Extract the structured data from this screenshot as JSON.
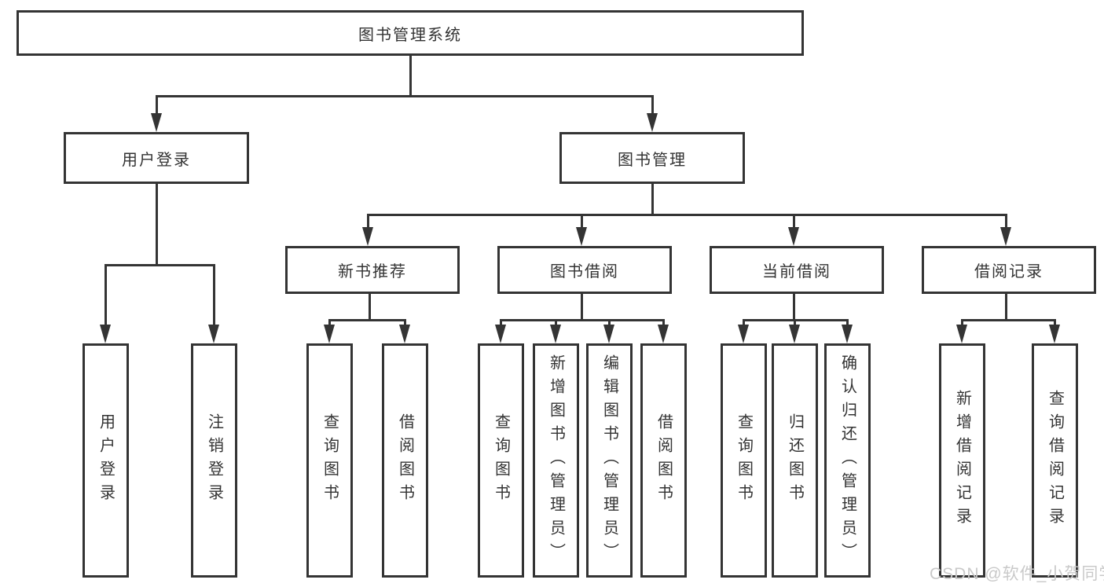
{
  "diagram": {
    "root": {
      "label": "图书管理系统"
    },
    "branches": [
      {
        "label": "用户登录",
        "children": [
          {
            "label": "用户登录"
          },
          {
            "label": "注销登录"
          }
        ]
      },
      {
        "label": "图书管理",
        "children": [
          {
            "label": "新书推荐",
            "children": [
              {
                "label": "查询图书"
              },
              {
                "label": "借阅图书"
              }
            ]
          },
          {
            "label": "图书借阅",
            "children": [
              {
                "label": "查询图书"
              },
              {
                "label": "新增图书（管理员）"
              },
              {
                "label": "编辑图书（管理员）"
              },
              {
                "label": "借阅图书"
              }
            ]
          },
          {
            "label": "当前借阅",
            "children": [
              {
                "label": "查询图书"
              },
              {
                "label": "归还图书"
              },
              {
                "label": "确认归还（管理员）"
              }
            ]
          },
          {
            "label": "借阅记录",
            "children": [
              {
                "label": "新增借阅记录"
              },
              {
                "label": "查询借阅记录"
              }
            ]
          }
        ]
      }
    ]
  },
  "watermark": {
    "text": "CSDN @软件_小贺同学"
  },
  "colors": {
    "line": "#343434",
    "box_border": "#343434",
    "box_fill": "#ffffff",
    "text": "#333333",
    "watermark_text": "#c9c9c9",
    "background": "#ffffff"
  }
}
